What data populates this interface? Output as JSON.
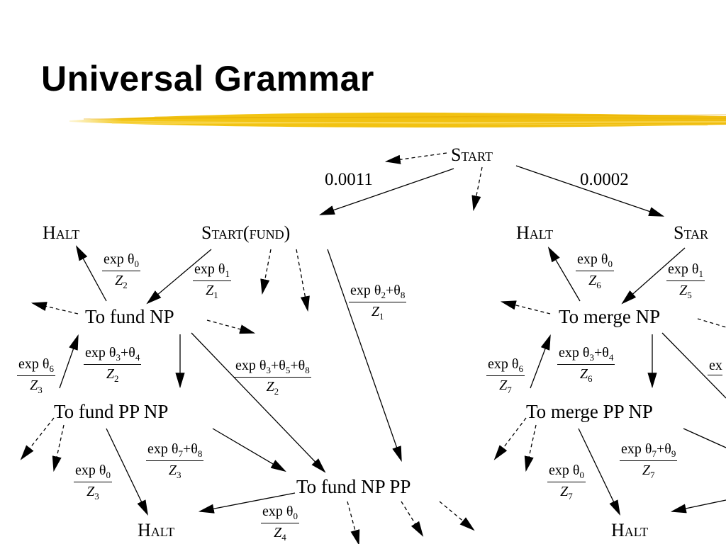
{
  "slide": {
    "title": "Universal Grammar",
    "accent_color": "#f2c40f"
  },
  "nodes": {
    "start_root": "Start",
    "prob_left": "0.0011",
    "prob_right": "0.0002",
    "halt_tl": "Halt",
    "start_fund": "Start(fund)",
    "halt_tr": "Halt",
    "start_right_partial": "Star",
    "to_fund_np": "To fund NP",
    "to_merge_np": "To merge NP",
    "to_fund_pp_np": "To fund PP NP",
    "to_merge_pp_np": "To merge PP NP",
    "to_fund_np_pp": "To fund NP PP",
    "halt_bl": "Halt",
    "halt_br": "Halt"
  },
  "weights": {
    "w1": {
      "num_base": "exp θ",
      "num_sub": "0",
      "den_base": "Z",
      "den_sub": "2"
    },
    "w2": {
      "num_base": "exp θ",
      "num_sub": "1",
      "den_base": "Z",
      "den_sub": "1"
    },
    "w3": {
      "num_base": "exp θ",
      "num_sub": "2",
      "num_rest": "+θ",
      "num_rest_sub": "8",
      "den_base": "Z",
      "den_sub": "1"
    },
    "w4": {
      "num_base": "exp θ",
      "num_sub": "6",
      "den_base": "Z",
      "den_sub": "3"
    },
    "w5": {
      "num_base": "exp θ",
      "num_sub": "3",
      "num_rest": "+θ",
      "num_rest_sub": "4",
      "den_base": "Z",
      "den_sub": "2"
    },
    "w6": {
      "num_base": "exp θ",
      "num_sub": "3",
      "num_rest": "+θ",
      "num_rest_sub": "5",
      "num_rest2": "+θ",
      "num_rest2_sub": "8",
      "den_base": "Z",
      "den_sub": "2"
    },
    "w7": {
      "num_base": "exp θ",
      "num_sub": "7",
      "num_rest": "+θ",
      "num_rest_sub": "8",
      "den_base": "Z",
      "den_sub": "3"
    },
    "w8": {
      "num_base": "exp θ",
      "num_sub": "0",
      "den_base": "Z",
      "den_sub": "3"
    },
    "w9": {
      "num_base": "exp θ",
      "num_sub": "0",
      "den_base": "Z",
      "den_sub": "4"
    },
    "w10": {
      "num_base": "exp θ",
      "num_sub": "0",
      "den_base": "Z",
      "den_sub": "6"
    },
    "w11": {
      "num_base": "exp θ",
      "num_sub": "1",
      "den_base": "Z",
      "den_sub": "5"
    },
    "w12": {
      "num_base": "exp θ",
      "num_sub": "6",
      "den_base": "Z",
      "den_sub": "7"
    },
    "w13": {
      "num_base": "exp θ",
      "num_sub": "3",
      "num_rest": "+θ",
      "num_rest_sub": "4",
      "den_base": "Z",
      "den_sub": "6"
    },
    "w14": {
      "num_base": "ex"
    },
    "w15": {
      "num_base": "exp θ",
      "num_sub": "7",
      "num_rest": "+θ",
      "num_rest_sub": "9",
      "den_base": "Z",
      "den_sub": "7"
    },
    "w16": {
      "num_base": "exp θ",
      "num_sub": "0",
      "den_base": "Z",
      "den_sub": "7"
    }
  }
}
